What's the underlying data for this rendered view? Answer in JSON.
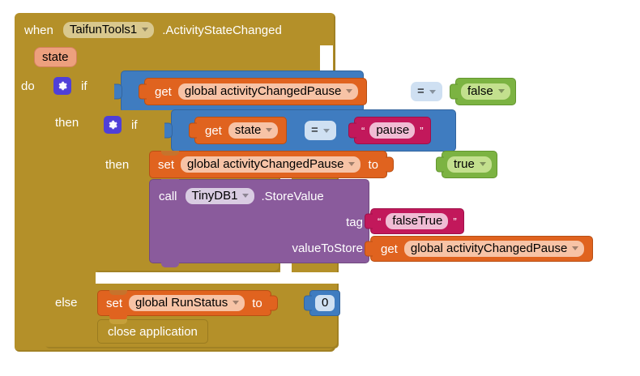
{
  "workspace": {
    "background": "#ffffff",
    "app": "MIT App Inventor Blocks Editor"
  },
  "palette": {
    "event_block": "#b49029",
    "control_block": "#b49029",
    "logic_block": "#7cb342",
    "math_block": "#3f7cc0",
    "text_block": "#c2185b",
    "variable_block": "#e0631f",
    "component_call_block": "#8a5b9c",
    "mutator_icon": "#4f3fd8"
  },
  "event": {
    "when_label": "when",
    "component": "TaifunTools1",
    "method": ".ActivityStateChanged",
    "parameter": "state",
    "do_label": "do"
  },
  "outer_if": {
    "if_label": "if",
    "then_label": "then",
    "else_label": "else",
    "mutator_icon": "gear-icon",
    "condition": {
      "left": {
        "get_label": "get",
        "variable": "global activityChangedPause"
      },
      "operator": "=",
      "right": {
        "value": "false"
      }
    }
  },
  "inner_if": {
    "if_label": "if",
    "then_label": "then",
    "mutator_icon": "gear-icon",
    "condition": {
      "left": {
        "get_label": "get",
        "variable": "state"
      },
      "operator": "=",
      "right": {
        "open_quote": "“",
        "text": "pause",
        "close_quote": "”"
      }
    },
    "body": {
      "set_statement": {
        "set_label": "set",
        "variable": "global activityChangedPause",
        "to_label": "to",
        "value": "true"
      },
      "call_statement": {
        "call_label": "call",
        "component": "TinyDB1",
        "method": ".StoreValue",
        "args": [
          {
            "name": "tag",
            "open_quote": "“",
            "text": "falseTrue",
            "close_quote": "”"
          },
          {
            "name": "valueToStore",
            "get_label": "get",
            "variable": "global activityChangedPause"
          }
        ]
      }
    }
  },
  "else_body": {
    "set_statement": {
      "set_label": "set",
      "variable": "global RunStatus",
      "to_label": "to",
      "value": "0"
    },
    "close_statement": {
      "label": "close application"
    }
  }
}
